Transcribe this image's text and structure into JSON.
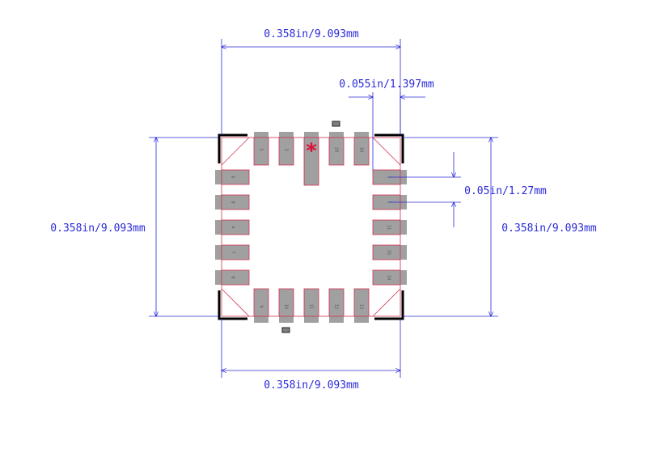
{
  "dimensions": {
    "top_width": "0.358in/9.093mm",
    "bottom_width": "0.358in/9.093mm",
    "left_height": "0.358in/9.093mm",
    "right_height": "0.358in/9.093mm",
    "pad_width": "0.055in/1.397mm",
    "pitch": "0.05in/1.27mm"
  },
  "pin1_marker": "*",
  "pads": {
    "top": [
      "5",
      "3",
      "1",
      "20",
      "18"
    ],
    "left": [
      "6",
      "8",
      "4",
      "7",
      "8"
    ],
    "right": [
      "1",
      "1",
      "11",
      "15",
      "14"
    ],
    "bottom": [
      "9",
      "10",
      "11",
      "12",
      "13"
    ]
  },
  "colors": {
    "dimension": "#2a2ad8",
    "outline": "#000000",
    "pad_fill": "#a0a0a0",
    "pad_outline": "#d03050",
    "pin1": "#e0103a"
  }
}
